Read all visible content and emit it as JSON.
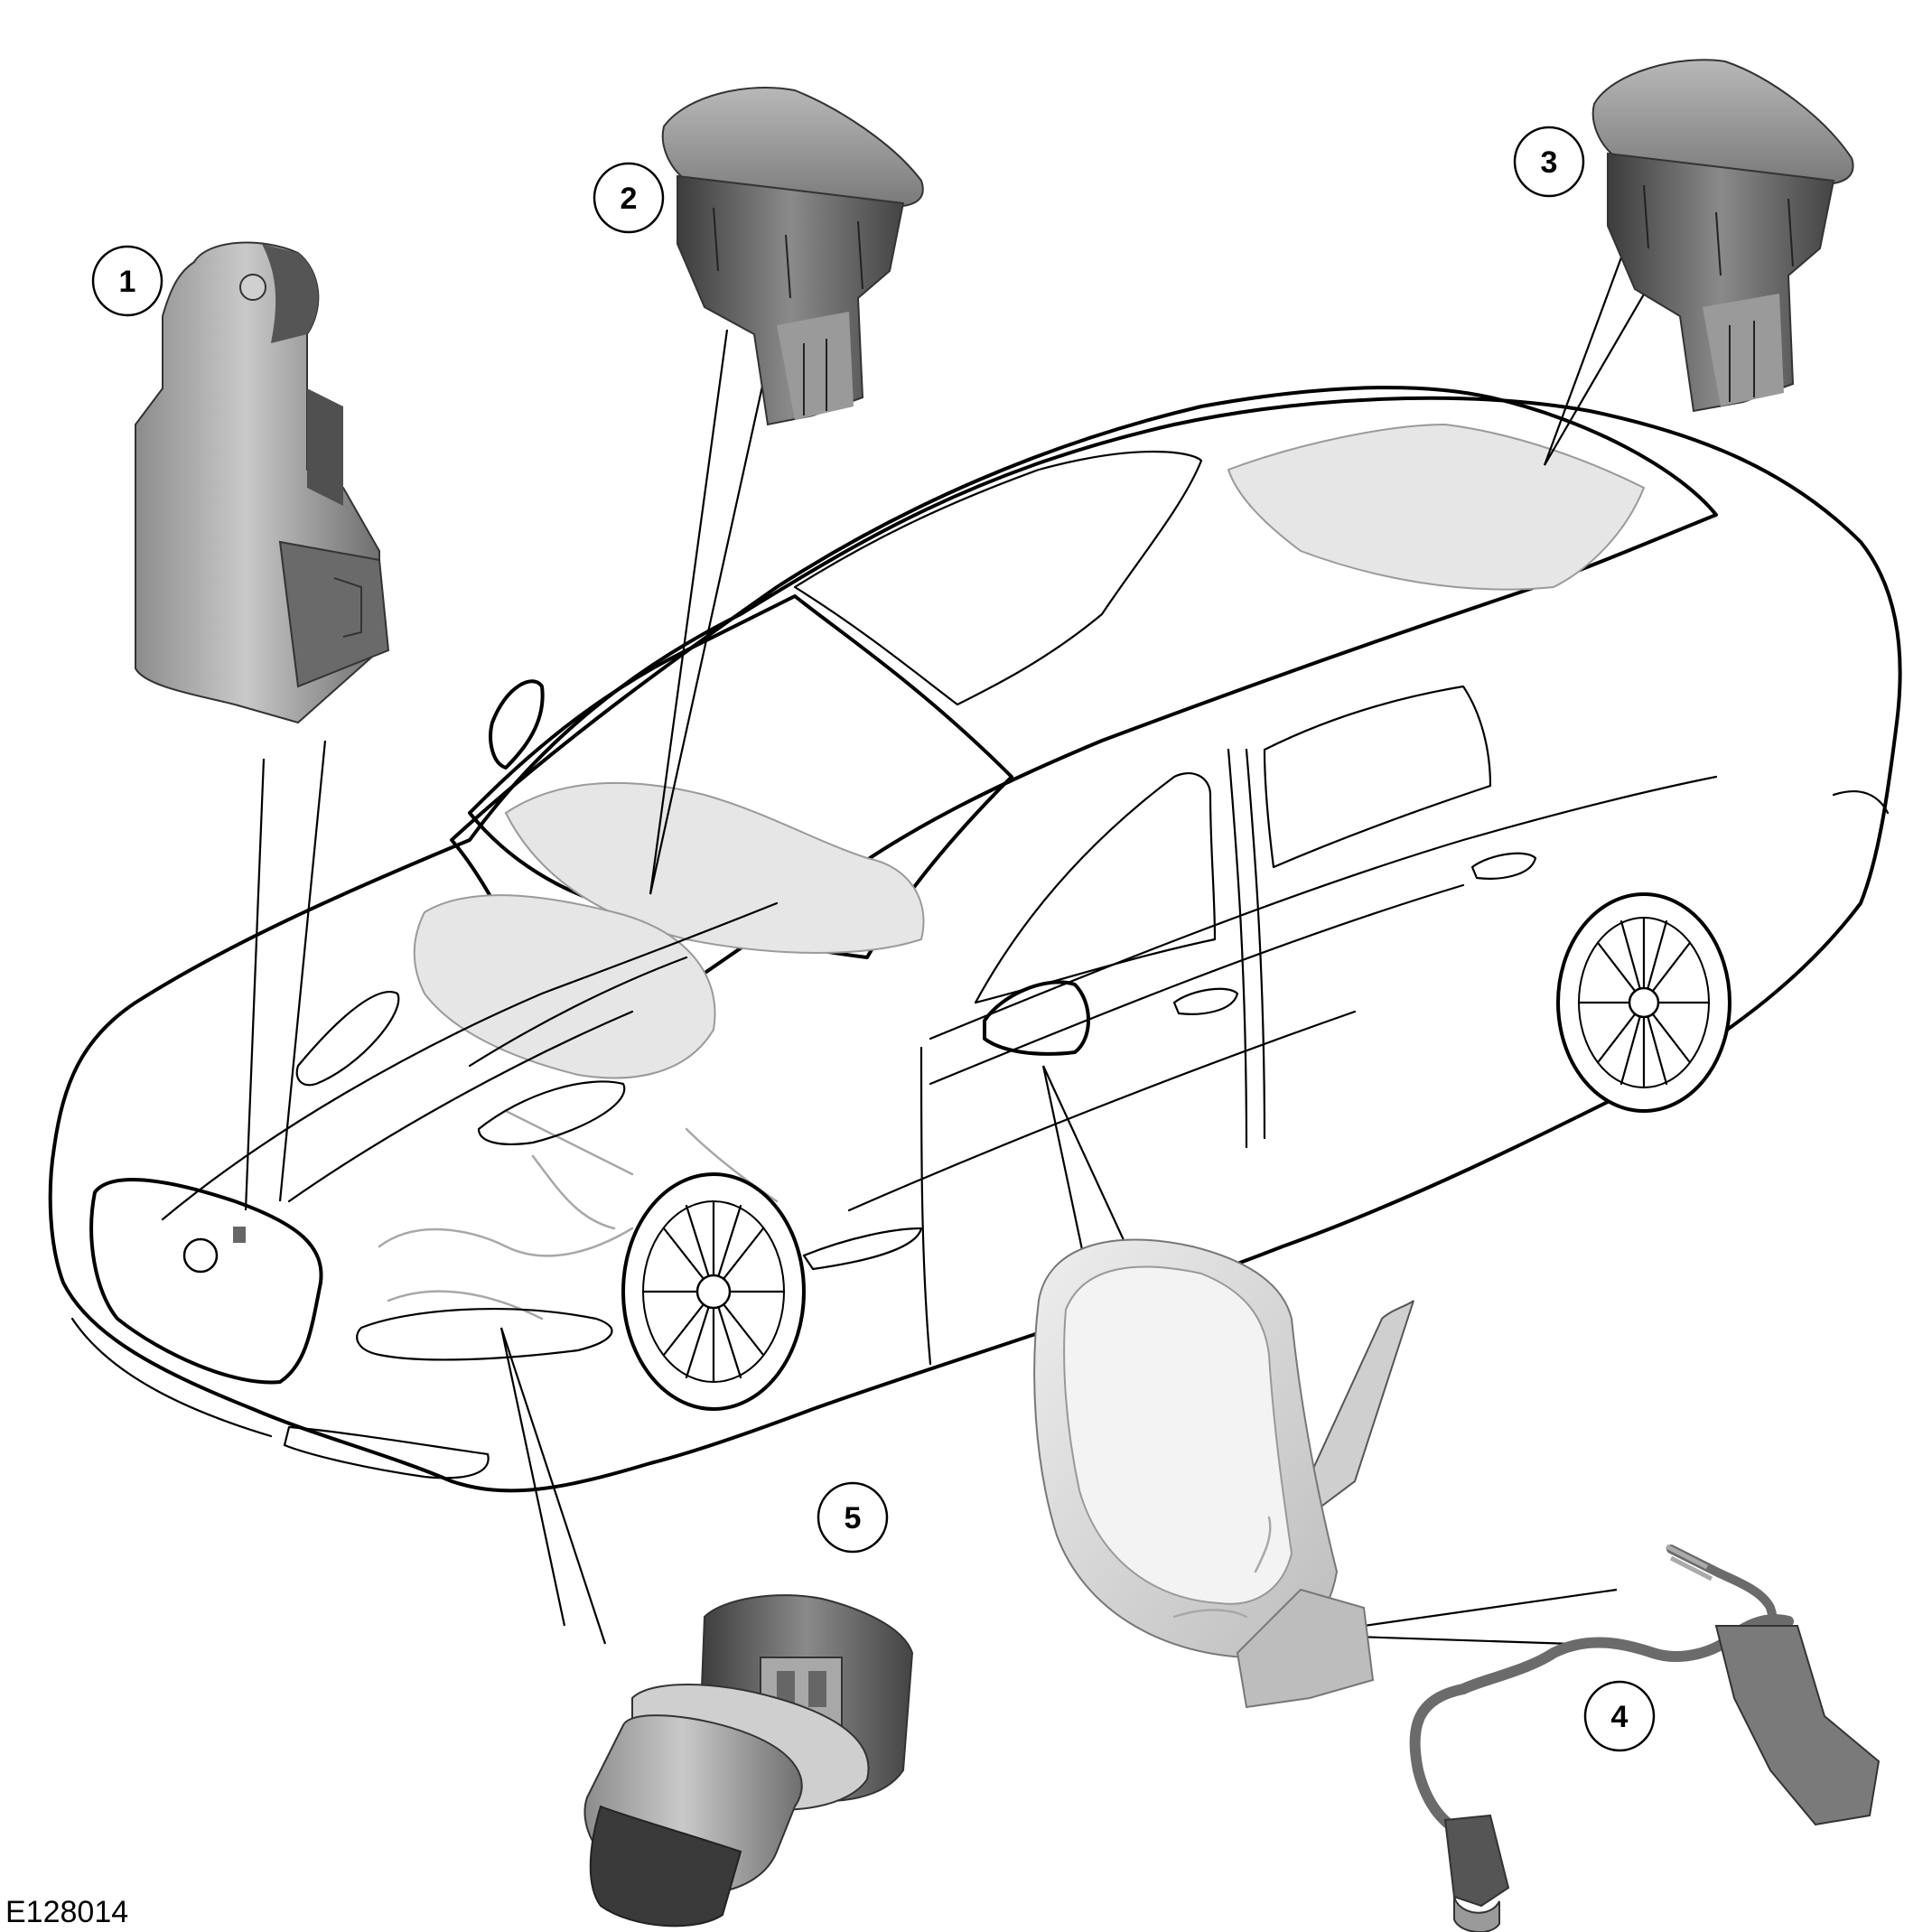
{
  "figure": {
    "reference_code": "E128014",
    "callouts": [
      {
        "id": "1",
        "label": "1"
      },
      {
        "id": "2",
        "label": "2"
      },
      {
        "id": "3",
        "label": "3"
      },
      {
        "id": "4",
        "label": "4"
      },
      {
        "id": "5",
        "label": "5"
      }
    ]
  }
}
